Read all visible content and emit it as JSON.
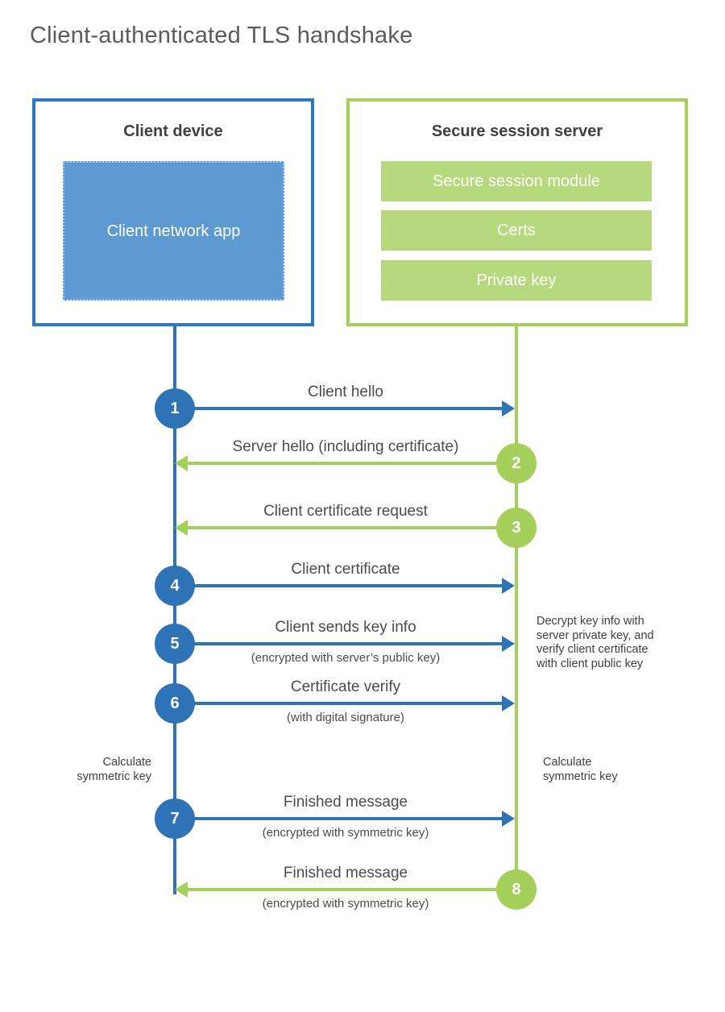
{
  "title": "Client-authenticated TLS handshake",
  "colors": {
    "blue": "#2d73b5",
    "blue_fill": "#5e9ad2",
    "green": "#a3cf5a",
    "green_fill": "#b5d97c"
  },
  "client": {
    "title": "Client device",
    "app_label": "Client network app"
  },
  "server": {
    "title": "Secure session server",
    "modules": [
      "Secure session module",
      "Certs",
      "Private key"
    ]
  },
  "steps": [
    {
      "num": "1",
      "label": "Client hello",
      "direction": "right"
    },
    {
      "num": "2",
      "label": "Server hello (including certificate)",
      "direction": "left"
    },
    {
      "num": "3",
      "label": "Client certificate request",
      "direction": "left"
    },
    {
      "num": "4",
      "label": "Client certificate",
      "direction": "right"
    },
    {
      "num": "5",
      "label": "Client sends key info",
      "sublabel": "(encrypted with server’s public key)",
      "direction": "right"
    },
    {
      "num": "6",
      "label": "Certificate verify",
      "sublabel": "(with digital signature)",
      "direction": "right"
    },
    {
      "num": "7",
      "label": "Finished message",
      "sublabel": "(encrypted with symmetric key)",
      "direction": "right"
    },
    {
      "num": "8",
      "label": "Finished message",
      "sublabel": "(encrypted with symmetric key)",
      "direction": "left"
    }
  ],
  "annotations": {
    "decrypt_note": "Decrypt key info with server private key, and verify client certificate with client public key",
    "calc_left": "Calculate symmetric key",
    "calc_right": "Calculate symmetric key"
  }
}
